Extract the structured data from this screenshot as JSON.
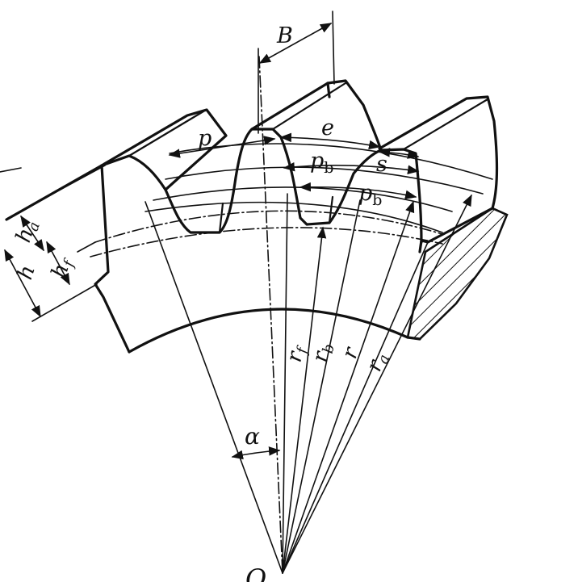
{
  "labels": {
    "face_width": "B",
    "pitch": "p",
    "space_width": "e",
    "base_pitch_top": "p",
    "base_pitch_top_sub": "b",
    "tooth_thickness": "s",
    "base_pitch_mid": "p",
    "base_pitch_mid_sub": "b",
    "addendum": "h",
    "addendum_sub": "a",
    "dedendum": "h",
    "dedendum_sub": "f",
    "tooth_height": "h",
    "root_radius": "r",
    "root_radius_sub": "f",
    "base_radius": "r",
    "base_radius_sub": "b",
    "pitch_radius": "r",
    "addendum_radius": "r",
    "addendum_radius_sub": "a",
    "pressure_angle": "α",
    "center": "O"
  },
  "colors": {
    "ink": "#111111",
    "paper": "#ffffff"
  }
}
